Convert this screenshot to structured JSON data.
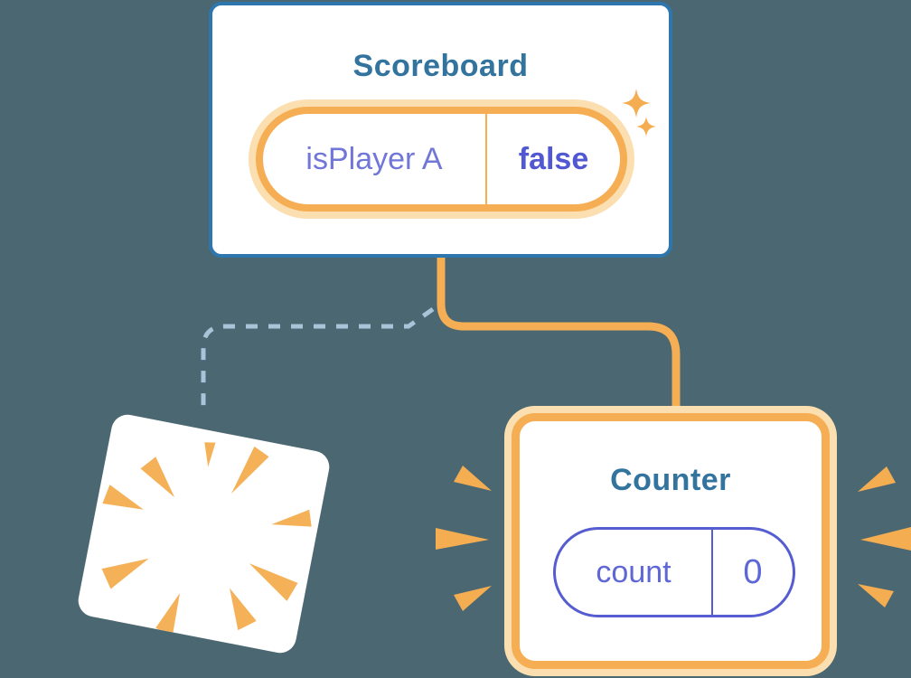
{
  "diagram": {
    "description": "Component tree diagram: Scoreboard parent keeps its state while a destroyed child is removed and a new Counter child is mounted",
    "background_color": "#4b6771"
  },
  "scoreboard": {
    "title": "Scoreboard",
    "state": {
      "label": "isPlayer A",
      "value": "false"
    }
  },
  "counter": {
    "title": "Counter",
    "state": {
      "label": "count",
      "value": "0"
    }
  },
  "icons": {
    "sparkles": "sparkles-icon",
    "starburst": "starburst-poof-icon",
    "emphasis_left": "emphasis-rays-left-icon",
    "emphasis_right": "emphasis-rays-right-icon"
  },
  "colors": {
    "background": "#4b6771",
    "card_border_blue": "#2e77ae",
    "title_text": "#33749f",
    "orange_accent": "#f6ae54",
    "orange_halo": "#fbdfb0",
    "purple_label": "#7176d9",
    "purple_value_bold": "#5257d2",
    "purple_counter": "#5f66d6",
    "purple_pill_border": "#565dd0",
    "dashed_line": "#a9c3d9",
    "card_fill": "#ffffff"
  }
}
